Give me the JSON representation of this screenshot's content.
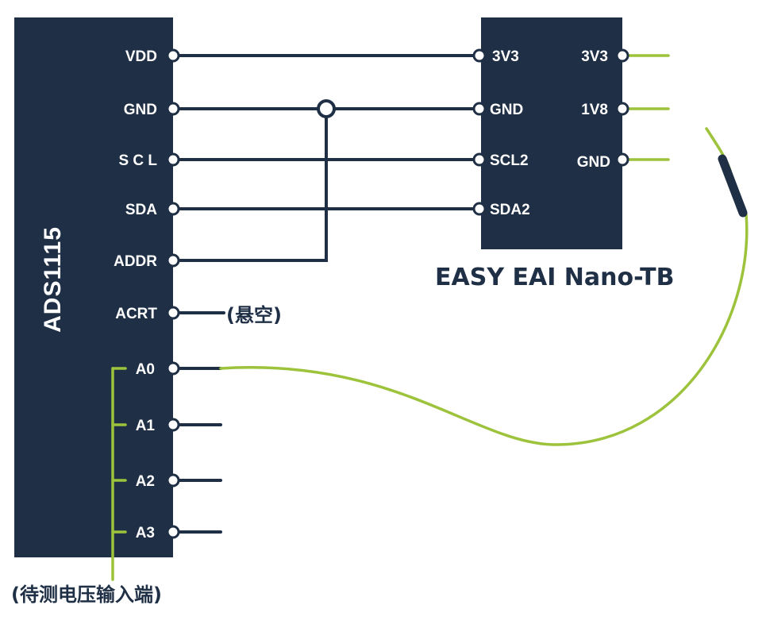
{
  "colors": {
    "board": "#1f2f45",
    "wire": "#1f2f45",
    "probe": "#9cc33b",
    "pin_fill": "#ffffff",
    "label": "#ffffff",
    "text_dark": "#1f2f45",
    "background": "#ffffff"
  },
  "ads1115": {
    "name": "ADS1115",
    "pins": [
      "VDD",
      "GND",
      "S C L",
      "SDA",
      "ADDR",
      "ACRT",
      "A0",
      "A1",
      "A2",
      "A3"
    ],
    "floating_note": "(悬空)",
    "input_note": "(待测电压输入端)"
  },
  "board": {
    "name": "EASY EAI Nano-TB",
    "left_pins": [
      "3V3",
      "GND",
      "SCL2",
      "SDA2"
    ],
    "right_pins": [
      "3V3",
      "1V8",
      "GND"
    ]
  }
}
